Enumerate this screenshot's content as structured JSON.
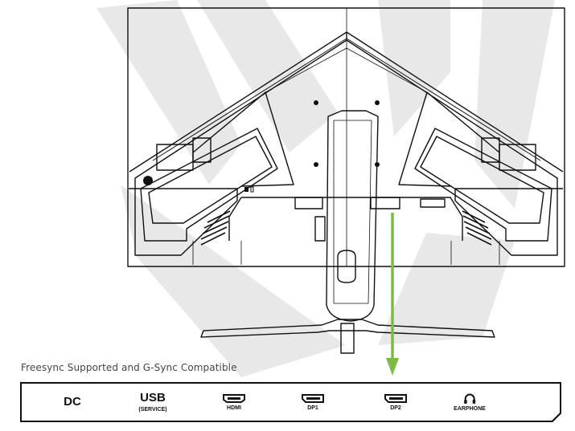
{
  "caption": "Freesync Supported and G-Sync Compatible",
  "colors": {
    "arrow": "#7dbb45",
    "line": "#111111",
    "watermark": "#e6e6e6"
  },
  "ports": [
    {
      "id": "dc",
      "label": "DC",
      "sublabel": "",
      "icon": ""
    },
    {
      "id": "usb",
      "label": "USB",
      "sublabel": "(SERVICE)",
      "icon": ""
    },
    {
      "id": "hdmi",
      "label": "",
      "sublabel": "HDMI",
      "icon": "hdmi-port-icon"
    },
    {
      "id": "dp1",
      "label": "",
      "sublabel": "DP1",
      "icon": "displayport-icon"
    },
    {
      "id": "dp2",
      "label": "",
      "sublabel": "DP2",
      "icon": "displayport-icon"
    },
    {
      "id": "earphone",
      "label": "",
      "sublabel": "EARPHONE",
      "icon": "headphone-icon"
    }
  ]
}
